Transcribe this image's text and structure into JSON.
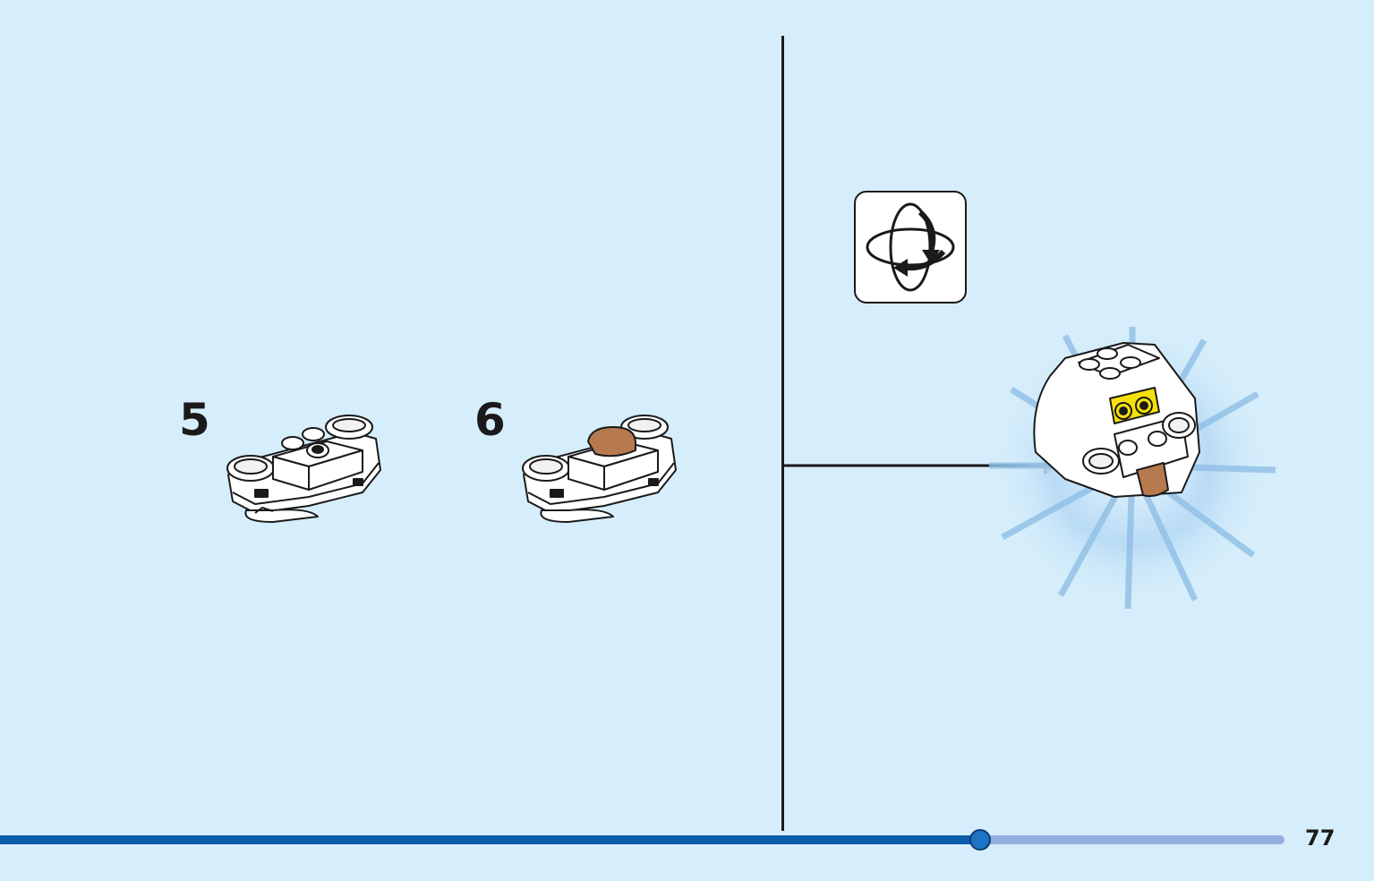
{
  "steps": [
    {
      "number": "5"
    },
    {
      "number": "6"
    }
  ],
  "rotate_icon": "rotate-model-icon",
  "progress": {
    "fraction": 0.763
  },
  "page_number": "77",
  "colors": {
    "background": "#d6eefb",
    "progress_fill": "#0a5caa",
    "progress_track": "#93aee0",
    "tan_tile": "#b77a4e",
    "eye_yellow": "#f5e10a"
  }
}
